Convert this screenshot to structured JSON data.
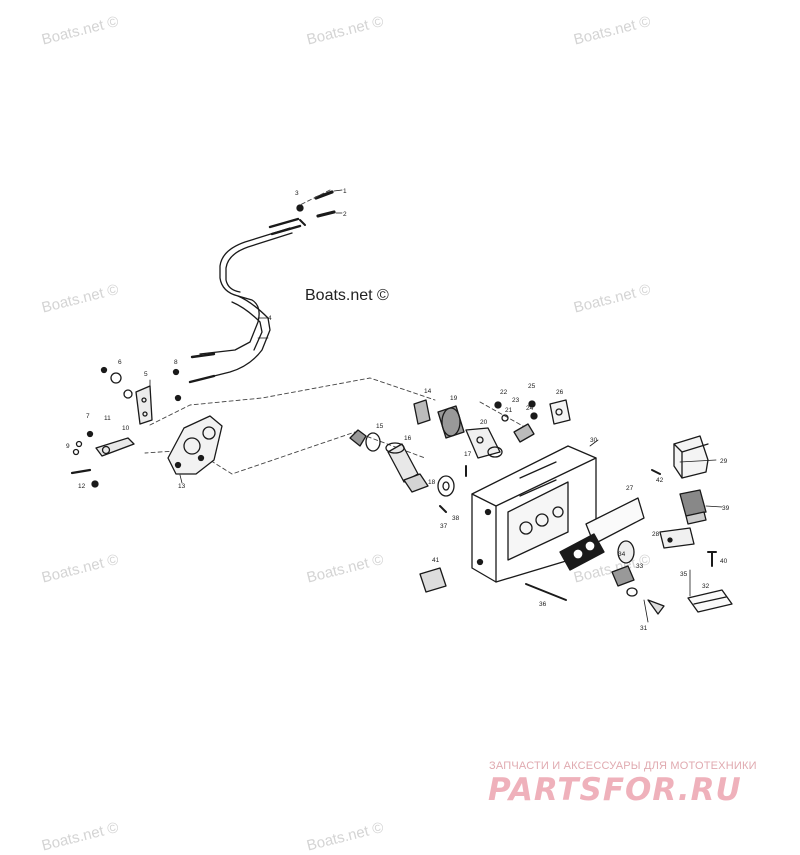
{
  "watermark_text": "Boats.net ©",
  "center_watermark": "Boats.net ©",
  "brand": {
    "subtitle": "ЗАПЧАСТИ И АКСЕССУАРЫ ДЛЯ МОТОТЕХНИКИ",
    "logo": "PARTSFOR.RU",
    "color": "#efb1bb"
  },
  "callouts": [
    "1",
    "2",
    "3",
    "4",
    "5",
    "6",
    "7",
    "8",
    "9",
    "10",
    "11",
    "12",
    "13",
    "14",
    "15",
    "16",
    "17",
    "18",
    "19",
    "20",
    "21",
    "22",
    "23",
    "24",
    "25",
    "26",
    "27",
    "28",
    "29",
    "30",
    "31",
    "32",
    "33",
    "34",
    "35",
    "36",
    "37",
    "38",
    "39",
    "40",
    "41",
    "42"
  ]
}
